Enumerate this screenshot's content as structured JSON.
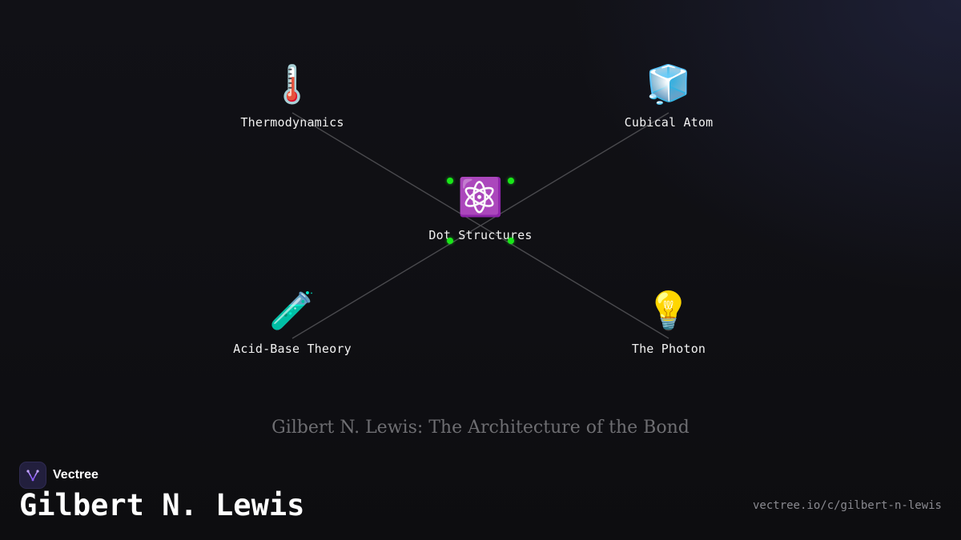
{
  "diagram": {
    "nodes": [
      {
        "id": "thermodynamics",
        "icon": "thermometer-icon",
        "glyph": "🌡️",
        "label": "Thermodynamics"
      },
      {
        "id": "cubical-atom",
        "icon": "ice-cube-icon",
        "glyph": "🧊",
        "label": "Cubical Atom"
      },
      {
        "id": "dot-structures",
        "icon": "atom-icon",
        "glyph": "⚛️",
        "label": "Dot Structures"
      },
      {
        "id": "acid-base-theory",
        "icon": "test-tube-icon",
        "glyph": "🧪",
        "label": "Acid-Base Theory"
      },
      {
        "id": "the-photon",
        "icon": "light-bulb-icon",
        "glyph": "💡",
        "label": "The Photon"
      }
    ],
    "edges": [
      {
        "from": "thermodynamics",
        "to": "the-photon"
      },
      {
        "from": "cubical-atom",
        "to": "acid-base-theory"
      }
    ],
    "electron_dot_color": "#19e619",
    "edge_color": "#4a4a4e"
  },
  "caption": "Gilbert N. Lewis: The Architecture of the Bond",
  "brand": {
    "name": "Vectree",
    "icon": "vectree-logo-icon",
    "accent": "#8b5cf6"
  },
  "page_title": "Gilbert N. Lewis",
  "url": "vectree.io/c/gilbert-n-lewis"
}
